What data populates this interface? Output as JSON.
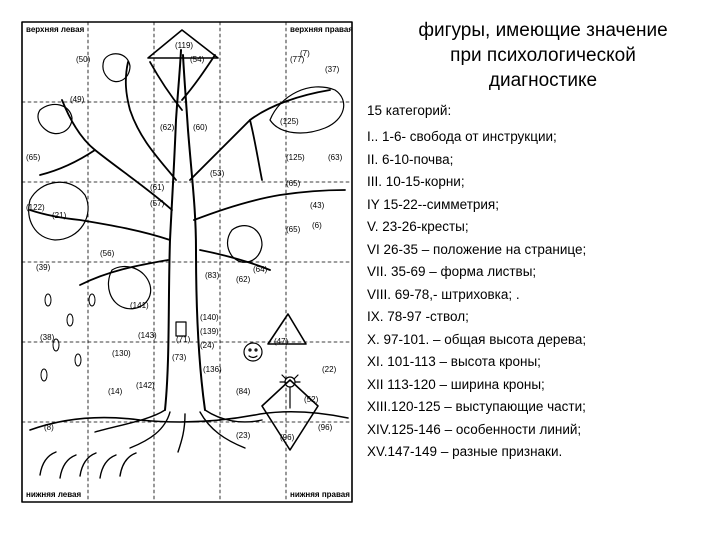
{
  "title_lines": [
    "фигуры, имеющие значение",
    "при психологической",
    "диагностике"
  ],
  "categories_heading": "15 категорий:",
  "categories": [
    "I.. 1-6- свобода от инструкции;",
    "II. 6-10-почва;",
    "III. 10-15-корни;",
    "IY 15-22--симметрия;",
    "V. 23-26-кресты;",
    "VI 26-35 – положение на странице;",
    "VII. 35-69 – форма листвы;",
    "VIII. 69-78,- штриховка; .",
    "IX. 78-97 -ствол;",
    "X. 97-101. – общая высота дерева;",
    "XI. 101-113 – высота кроны;",
    "XII 113-120 – ширина кроны;",
    "XIII.120-125 – выступающие части;",
    "XIV.125-146 – особенности линий;",
    "XV.147-149 – разные признаки."
  ],
  "figure": {
    "corners": {
      "top_left": "верхняя левая",
      "top_right": "верхняя правая",
      "bottom_left": "нижняя левая",
      "bottom_right": "нижняя правая"
    },
    "labels": [
      "(119)",
      "(50)",
      "(54)",
      "(77)",
      "(37)",
      "(49)",
      "(62)",
      "(60)",
      "(125)",
      "(53)",
      "(65)",
      "(125)",
      "(63)",
      "(65)",
      "(61)",
      "(57)",
      "(43)",
      "(122)",
      "(21)",
      "(65)",
      "(39)",
      "(56)",
      "(83)",
      "(64)",
      "(62)",
      "(141)",
      "(140)",
      "(139)",
      "(38)",
      "(143)",
      "(71)",
      "(24)",
      "(130)",
      "(73)",
      "(136)",
      "(47)",
      "(14)",
      "(142)",
      "(84)",
      "(22)",
      "(52)",
      "(8)",
      "(23)",
      "(96)",
      "(96)",
      "(7)",
      "(6)"
    ]
  }
}
